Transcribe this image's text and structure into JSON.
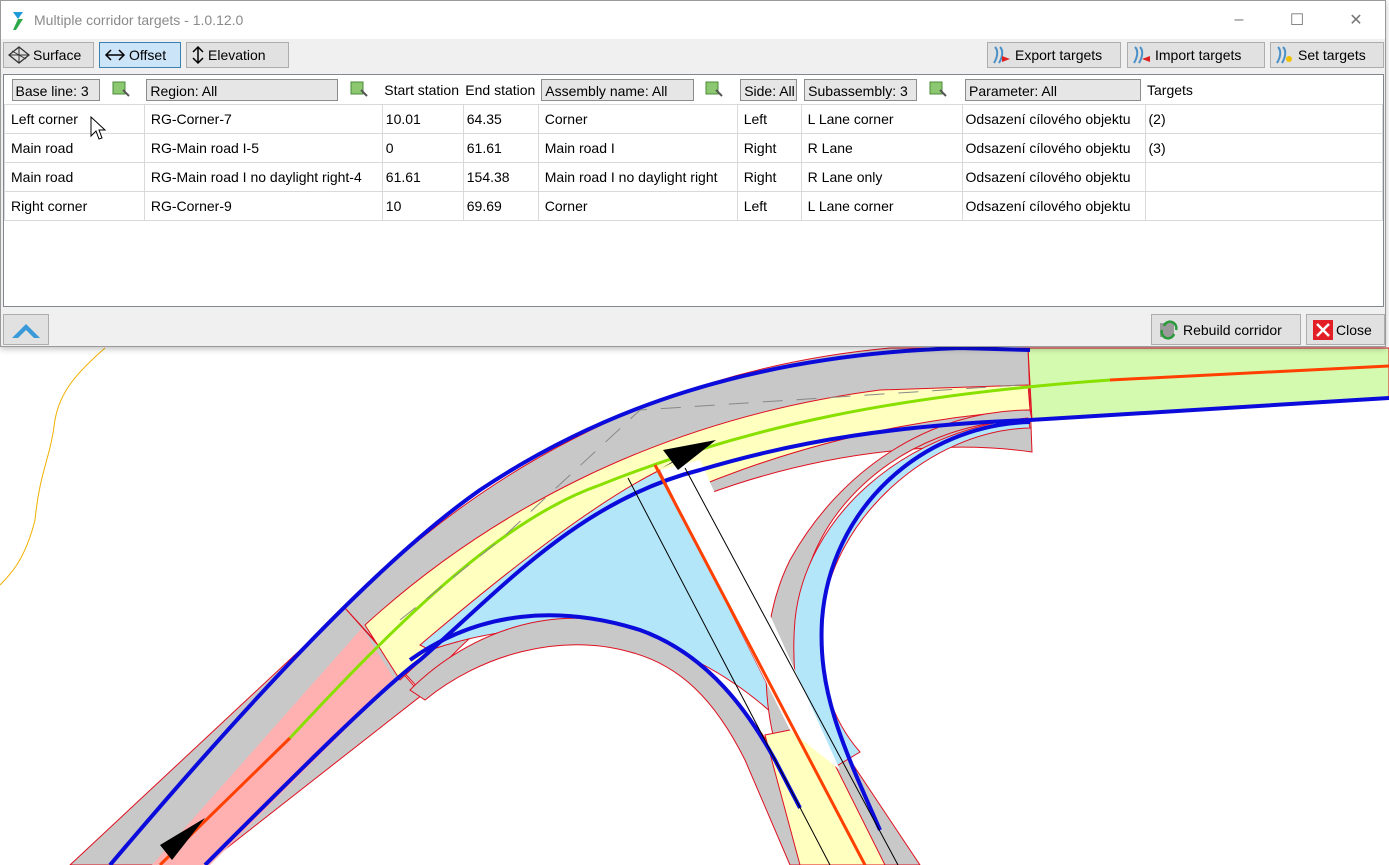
{
  "window": {
    "title": "Multiple corridor targets - 1.0.12.0",
    "controls": {
      "minimize": "–",
      "maximize": "☐",
      "close": "✕"
    }
  },
  "toolbar": {
    "surface_label": "Surface",
    "offset_label": "Offset",
    "elevation_label": "Elevation",
    "active_mode": "Offset",
    "export_label": "Export targets",
    "import_label": "Import targets",
    "set_label": "Set targets"
  },
  "grid": {
    "filters": {
      "base_line": "Base line: 3",
      "region": "Region: All",
      "assembly": "Assembly name: All",
      "side": "Side: All",
      "subassembly": "Subassembly: 3",
      "parameter": "Parameter: All"
    },
    "headers": {
      "start_station": "Start station",
      "end_station": "End station",
      "targets": "Targets"
    },
    "rows": [
      {
        "baseline": "Left corner",
        "region": "RG-Corner-7",
        "start": "10.01",
        "end": "64.35",
        "assembly": "Corner",
        "side": "Left",
        "subassembly": "L Lane corner",
        "parameter": "Odsazení cílového objektu",
        "targets": "(2)"
      },
      {
        "baseline": "Main road",
        "region": "RG-Main road I-5",
        "start": "0",
        "end": "61.61",
        "assembly": "Main road I",
        "side": "Right",
        "subassembly": "R Lane",
        "parameter": "Odsazení cílového objektu",
        "targets": "(3)"
      },
      {
        "baseline": "Main road",
        "region": "RG-Main road I no daylight right-4",
        "start": "61.61",
        "end": "154.38",
        "assembly": "Main road I no daylight right",
        "side": "Right",
        "subassembly": "R Lane only",
        "parameter": "Odsazení cílového objektu",
        "targets": ""
      },
      {
        "baseline": "Right corner",
        "region": "RG-Corner-9",
        "start": "10",
        "end": "69.69",
        "assembly": "Corner",
        "side": "Left",
        "subassembly": "L Lane corner",
        "parameter": "Odsazení cílového objektu",
        "targets": ""
      }
    ]
  },
  "bottom": {
    "rebuild_label": "Rebuild corridor",
    "close_label": "Close"
  },
  "colors": {
    "corridor_gray": "#c8c8c8",
    "lane_yellow": "#ffffc0",
    "island_blue": "#b3e6f8",
    "edge_blue": "#0b0bdc",
    "baseline_orange": "#ff4000",
    "baseline_green": "#88e000",
    "boundary_red": "#e01020",
    "pink_fill": "#ffb0b0",
    "lightgreen_fill": "#d4fab0",
    "active_button": "#cce4f7"
  }
}
